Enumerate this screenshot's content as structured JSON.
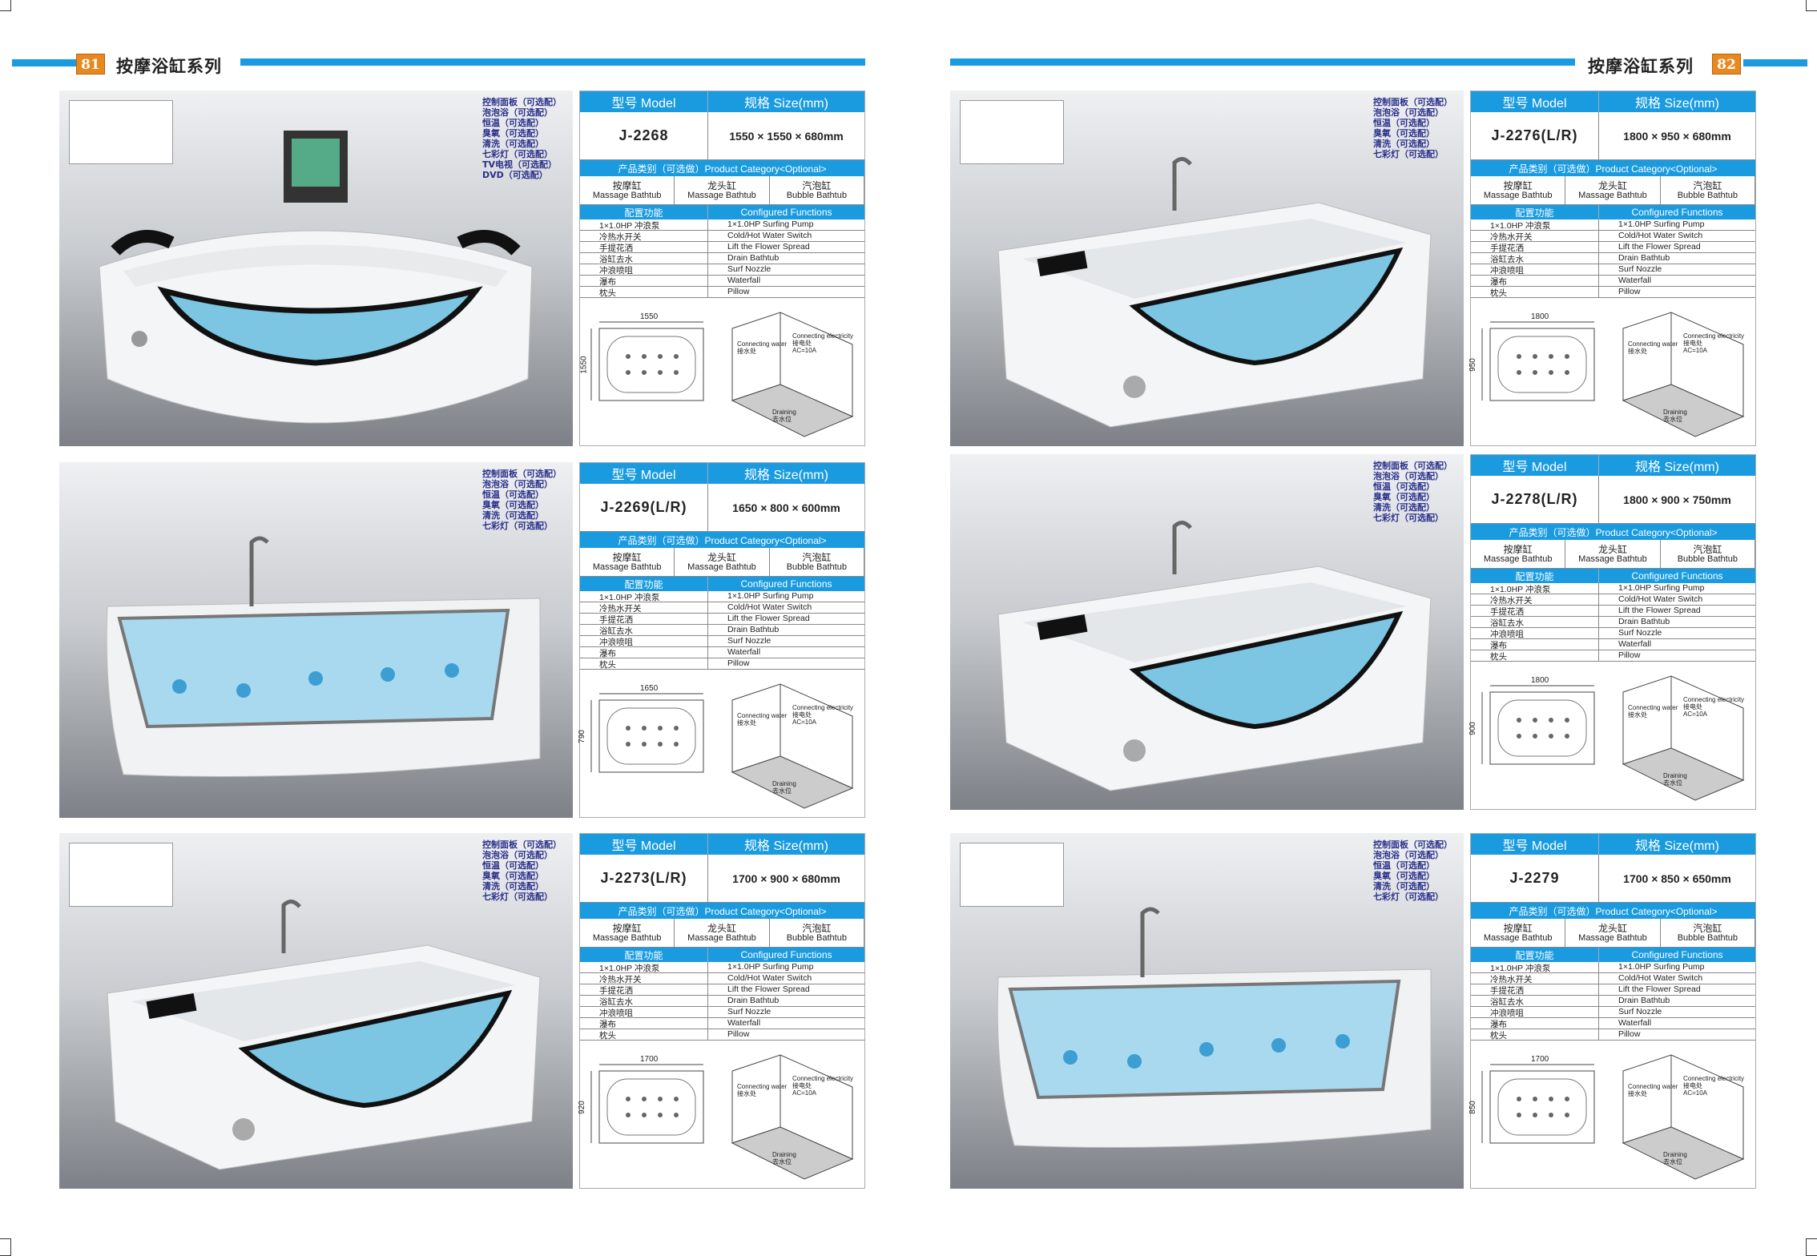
{
  "pages": [
    {
      "number": "81",
      "title": "按摩浴缸系列"
    },
    {
      "number": "82",
      "title": "按摩浴缸系列"
    }
  ],
  "table_labels": {
    "model": "型号 Model",
    "size": "规格 Size(mm)",
    "category_header": "产品类别（可选做）Product Category<Optional>",
    "categories": [
      {
        "zh": "按摩缸",
        "en": "Massage Bathtub"
      },
      {
        "zh": "龙头缸",
        "en": "Massage Bathtub"
      },
      {
        "zh": "汽泡缸",
        "en": "Bubble Bathtub"
      }
    ],
    "functions_zh": "配置功能",
    "functions_en": "Configured Functions"
  },
  "functions": [
    {
      "zh": "1×1.0HP 冲浪泵",
      "en": "1×1.0HP  Surfing Pump"
    },
    {
      "zh": "冷热水开关",
      "en": "Cold/Hot Water Switch"
    },
    {
      "zh": "手提花洒",
      "en": "Lift the Flower Spread"
    },
    {
      "zh": "浴缸去水",
      "en": "Drain Bathtub"
    },
    {
      "zh": "冲浪喷咀",
      "en": "Surf Nozzle"
    },
    {
      "zh": "瀑布",
      "en": "Waterfall"
    },
    {
      "zh": "枕头",
      "en": "Pillow"
    }
  ],
  "diagram_labels": {
    "water": "Connecting water",
    "water_zh": "接水处",
    "elec": "Connecting electricity",
    "elec_zh": "接电处",
    "elec_ac": "AC=10A",
    "drain": "Draining",
    "drain_zh": "去水位"
  },
  "products": [
    {
      "model": "J-2268",
      "size": "1550 × 1550 × 680mm",
      "plan_w": "1550",
      "plan_d": "1550",
      "shape": "corner",
      "options": [
        "控制面板（可选配）",
        "泡泡浴（可选配）",
        "恒温（可选配）",
        "臭氧（可选配）",
        "清洗（可选配）",
        "七彩灯（可选配）",
        "TV电视（可选配）",
        "DVD（可选配）"
      ]
    },
    {
      "model": "J-2269(L/R)",
      "size": "1650 × 800 × 600mm",
      "plan_w": "1650",
      "plan_d": "790",
      "shape": "glass",
      "options": [
        "控制面板（可选配）",
        "泡泡浴（可选配）",
        "恒温（可选配）",
        "臭氧（可选配）",
        "清洗（可选配）",
        "七彩灯（可选配）"
      ]
    },
    {
      "model": "J-2273(L/R)",
      "size": "1700 × 900 × 680mm",
      "plan_w": "1700",
      "plan_d": "920",
      "shape": "rect",
      "options": [
        "控制面板（可选配）",
        "泡泡浴（可选配）",
        "恒温（可选配）",
        "臭氧（可选配）",
        "清洗（可选配）",
        "七彩灯（可选配）"
      ]
    },
    {
      "model": "J-2276(L/R)",
      "size": "1800 × 950 × 680mm",
      "plan_w": "1800",
      "plan_d": "950",
      "shape": "rect",
      "options": [
        "控制面板（可选配）",
        "泡泡浴（可选配）",
        "恒温（可选配）",
        "臭氧（可选配）",
        "清洗（可选配）",
        "七彩灯（可选配）"
      ]
    },
    {
      "model": "J-2278(L/R)",
      "size": "1800 × 900 × 750mm",
      "plan_w": "1800",
      "plan_d": "900",
      "shape": "rect",
      "options": [
        "控制面板（可选配）",
        "泡泡浴（可选配）",
        "恒温（可选配）",
        "臭氧（可选配）",
        "清洗（可选配）",
        "七彩灯（可选配）"
      ]
    },
    {
      "model": "J-2279",
      "size": "1700 × 850 × 650mm",
      "plan_w": "1700",
      "plan_d": "850",
      "shape": "glass",
      "options": [
        "控制面板（可选配）",
        "泡泡浴（可选配）",
        "恒温（可选配）",
        "臭氧（可选配）",
        "清洗（可选配）",
        "七彩灯（可选配）"
      ]
    }
  ],
  "colors": {
    "accent": "#1a9be0",
    "page_badge": "#e8891f",
    "option_text": "#2a2f8a"
  }
}
